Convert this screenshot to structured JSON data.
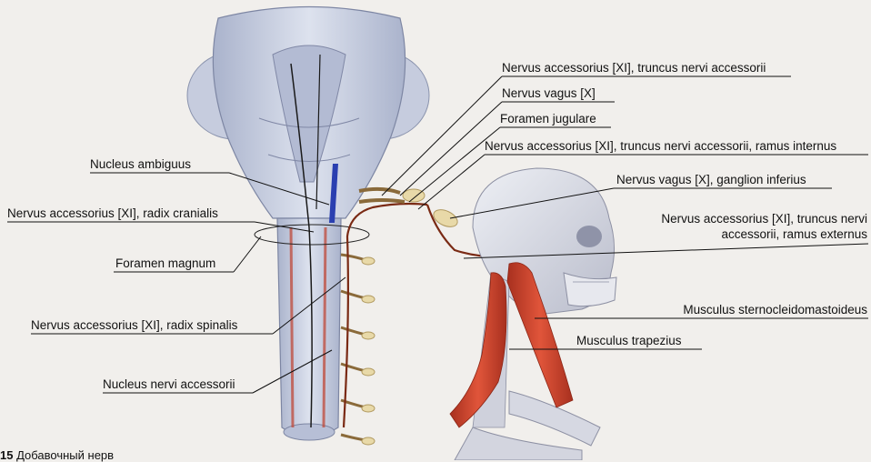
{
  "labels": {
    "accessorius_truncus": "Nervus accessorius [XI], truncus nervi accessorii",
    "vagus": "Nervus vagus [X]",
    "foramen_jugulare": "Foramen jugulare",
    "accessorius_internus": "Nervus accessorius [XI], truncus nervi accessorii, ramus internus",
    "vagus_ganglion": "Nervus vagus [X], ganglion inferius",
    "accessorius_externus_1": "Nervus accessorius [XI], truncus nervi",
    "accessorius_externus_2": "accessorii, ramus externus",
    "nucleus_ambiguus": "Nucleus ambiguus",
    "radix_cranialis": "Nervus accessorius [XI], radix cranialis",
    "foramen_magnum": "Foramen magnum",
    "sternocleidomastoideus": "Musculus sternocleidomastoideus",
    "trapezius": "Musculus trapezius",
    "radix_spinalis": "Nervus accessorius [XI], radix spinalis",
    "nucleus_accessorii": "Nucleus nervi accessorii"
  },
  "caption": {
    "number": "15",
    "text": "Добавочный нерв"
  },
  "colors": {
    "brainstem": "#c9d0e2",
    "brainstem_shade": "#9aa5c2",
    "nerve": "#7a2a14",
    "vagus_nerve": "#1a1a1a",
    "nucleus_blue": "#2a3fb0",
    "muscle": "#c7402a",
    "bone": "#dcdde6",
    "ganglion": "#e8d9a8"
  }
}
